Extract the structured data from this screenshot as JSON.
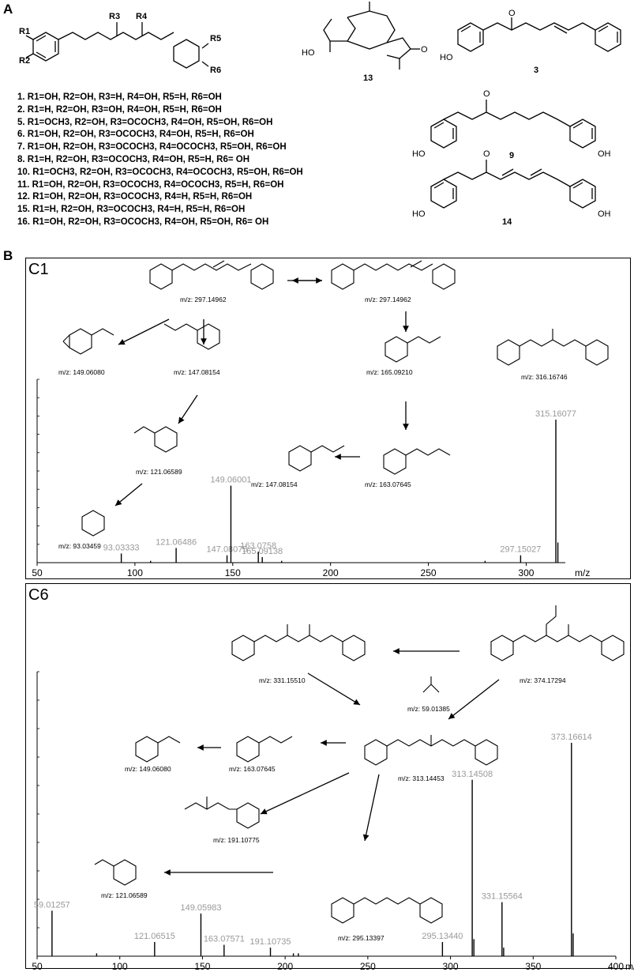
{
  "panel_a": {
    "label": "A",
    "generic_substituents": [
      "R1",
      "R2",
      "R3",
      "R4",
      "R5",
      "R6"
    ],
    "compounds": [
      {
        "num": "1.",
        "text": "R1=OH, R2=OH, R3=H, R4=OH, R5=H, R6=OH"
      },
      {
        "num": "2.",
        "text": "R1=H, R2=OH, R3=OH, R4=OH, R5=H, R6=OH"
      },
      {
        "num": "5.",
        "text": "R1=OCH3, R2=OH, R3=OCOCH3, R4=OH, R5=OH, R6=OH"
      },
      {
        "num": "6.",
        "text": "R1=OH, R2=OH, R3=OCOCH3, R4=OH, R5=H, R6=OH"
      },
      {
        "num": "7.",
        "text": "R1=OH, R2=OH, R3=OCOCH3, R4=OCOCH3, R5=OH, R6=OH"
      },
      {
        "num": "8.",
        "text": "R1=H, R2=OH, R3=OCOCH3, R4=OH, R5=H, R6= OH"
      },
      {
        "num": "10.",
        "text": "R1=OCH3, R2=OH, R3=OCOCH3, R4=OCOCH3, R5=OH, R6=OH"
      },
      {
        "num": "11.",
        "text": "R1=OH, R2=OH, R3=OCOCH3, R4=OCOCH3, R5=H, R6=OH"
      },
      {
        "num": "12.",
        "text": "R1=OH, R2=OH, R3=OCOCH3, R4=H, R5=H, R6=OH"
      },
      {
        "num": "15.",
        "text": "R1=H, R2=OH, R3=OCOCH3, R4=H, R5=H, R6=OH"
      },
      {
        "num": "16.",
        "text": "R1=OH, R2=OH, R3=OCOCH3, R4=OH, R5=OH, R6= OH"
      }
    ],
    "structure_labels": {
      "c13": "13",
      "c3": "3",
      "c9": "9",
      "c14": "14",
      "ho": "HO",
      "oh": "OH",
      "o": "O"
    }
  },
  "panel_b": {
    "label": "B",
    "c1": {
      "title": "C1",
      "fragments": {
        "f1": "m/z: 297.14962",
        "f2": "m/z: 297.14962",
        "f3": "m/z: 149.06080",
        "f4": "m/z: 147.08154",
        "f5": "m/z: 165.09210",
        "f6": "m/z: 316.16746",
        "f7": "m/z: 121.06589",
        "f8": "m/z: 147.08154",
        "f9": "m/z: 163.07645",
        "f10": "m/z: 93.03459"
      },
      "xunit": "m/z"
    },
    "c6": {
      "title": "C6",
      "fragments": {
        "f1": "m/z: 331.15510",
        "f2": "m/z: 374.17294",
        "f3": "m/z: 59.01385",
        "f4": "m/z: 149.06080",
        "f5": "m/z: 163.07645",
        "f6": "m/z: 313.14453",
        "f7": "m/z: 191.10775",
        "f8": "m/z: 295.13397",
        "f9": "m/z: 121.06589"
      },
      "xunit": "m/z"
    }
  },
  "chart_data": [
    {
      "type": "bar",
      "title": "C1",
      "xlabel": "m/z",
      "xlim": [
        50,
        320
      ],
      "ylim": [
        0,
        100
      ],
      "xticks": [
        50,
        100,
        150,
        200,
        250,
        300
      ],
      "peaks": [
        {
          "mz": 93.03333,
          "intensity": 5,
          "label": "93.03333"
        },
        {
          "mz": 121.06486,
          "intensity": 8,
          "label": "121.06486"
        },
        {
          "mz": 147.08075,
          "intensity": 4,
          "label": "147.08075"
        },
        {
          "mz": 149.06001,
          "intensity": 42,
          "label": "149.06001"
        },
        {
          "mz": 163.0758,
          "intensity": 6,
          "label": "163.0758"
        },
        {
          "mz": 165.09138,
          "intensity": 3,
          "label": "165.09138"
        },
        {
          "mz": 297.15027,
          "intensity": 4,
          "label": "297.15027"
        },
        {
          "mz": 315.16077,
          "intensity": 78,
          "label": "315.16077"
        },
        {
          "mz": 316.2,
          "intensity": 11,
          "label": ""
        },
        {
          "mz": 279,
          "intensity": 1,
          "label": ""
        },
        {
          "mz": 108,
          "intensity": 1,
          "label": ""
        },
        {
          "mz": 175,
          "intensity": 1,
          "label": ""
        }
      ]
    },
    {
      "type": "bar",
      "title": "C6",
      "xlabel": "m/z",
      "xlim": [
        50,
        400
      ],
      "ylim": [
        0,
        100
      ],
      "xticks": [
        50,
        100,
        150,
        200,
        250,
        300,
        350,
        400
      ],
      "peaks": [
        {
          "mz": 59.01257,
          "intensity": 16,
          "label": "59.01257"
        },
        {
          "mz": 121.06515,
          "intensity": 5,
          "label": "121.06515"
        },
        {
          "mz": 149.05983,
          "intensity": 15,
          "label": "149.05983"
        },
        {
          "mz": 163.07571,
          "intensity": 4,
          "label": "163.07571"
        },
        {
          "mz": 191.10735,
          "intensity": 3,
          "label": "191.10735"
        },
        {
          "mz": 295.1344,
          "intensity": 5,
          "label": "295.13440"
        },
        {
          "mz": 313.14508,
          "intensity": 62,
          "label": "313.14508"
        },
        {
          "mz": 331.15564,
          "intensity": 19,
          "label": "331.15564"
        },
        {
          "mz": 373.16614,
          "intensity": 75,
          "label": "373.16614"
        },
        {
          "mz": 314.15,
          "intensity": 6,
          "label": ""
        },
        {
          "mz": 332.16,
          "intensity": 3,
          "label": ""
        },
        {
          "mz": 374.17,
          "intensity": 8,
          "label": ""
        },
        {
          "mz": 205,
          "intensity": 1,
          "label": ""
        },
        {
          "mz": 208,
          "intensity": 1,
          "label": ""
        },
        {
          "mz": 86,
          "intensity": 1,
          "label": ""
        }
      ]
    }
  ]
}
